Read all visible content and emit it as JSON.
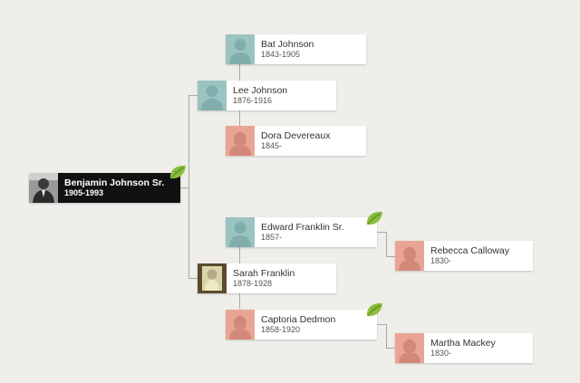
{
  "root": {
    "name": "Benjamin Johnson Sr.",
    "years": "1905-1993",
    "photo": "portrait-photo",
    "has_hint": true
  },
  "father": {
    "name": "Lee Johnson",
    "years": "1876-1916",
    "gender": "male"
  },
  "mother": {
    "name": "Sarah Franklin",
    "years": "1878-1928",
    "photo": "portrait-photo"
  },
  "paternal_grandfather": {
    "name": "Bat Johnson",
    "years": "1843-1905",
    "gender": "male"
  },
  "paternal_grandmother": {
    "name": "Dora Devereaux",
    "years": "1845-",
    "gender": "female"
  },
  "maternal_grandfather": {
    "name": "Edward Franklin Sr.",
    "years": "1857-",
    "gender": "male",
    "has_hint": true
  },
  "maternal_grandmother": {
    "name": "Captoria Dedmon",
    "years": "1858-1920",
    "gender": "female",
    "has_hint": true
  },
  "great_grandmother_1": {
    "name": "Rebecca Calloway",
    "years": "1830-",
    "gender": "female"
  },
  "great_grandmother_2": {
    "name": "Martha Mackey",
    "years": "1830-",
    "gender": "female"
  },
  "icons": {
    "hint": "green-leaf-hint-icon",
    "male_placeholder": "male-silhouette-icon",
    "female_placeholder": "female-silhouette-icon"
  },
  "colors": {
    "background": "#efeeea",
    "male": "#9bc3c2",
    "female": "#e8a595",
    "leaf": "#8cbf3f",
    "root_card": "#111111"
  }
}
